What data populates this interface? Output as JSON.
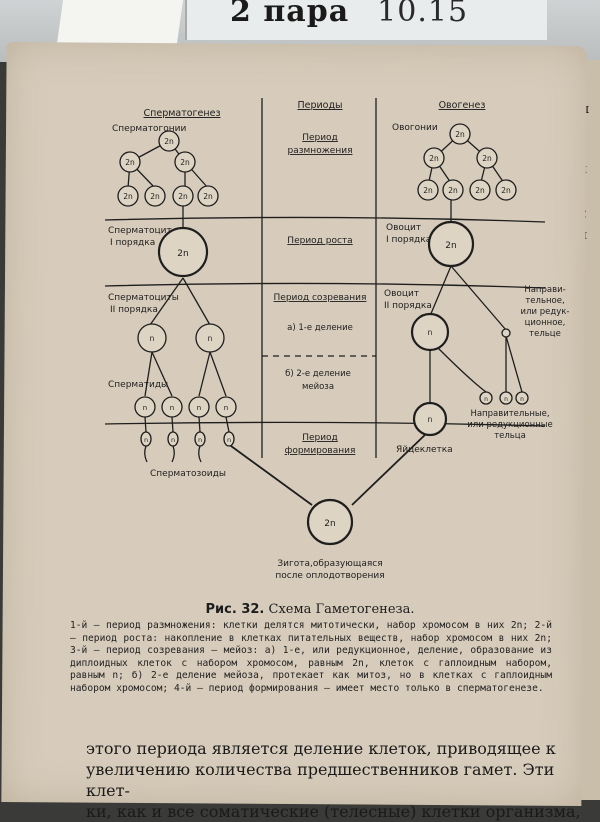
{
  "header_note": {
    "text": "2 пара",
    "time": "10.15"
  },
  "diagram": {
    "columns": {
      "left": "Сперматогенез",
      "middle": "Периоды",
      "right": "Овогенез"
    },
    "periods": {
      "reproduction": [
        "Период",
        "размножения"
      ],
      "growth": "Период роста",
      "maturation": "Период созревания",
      "division1": "а) 1-е деление",
      "division2": [
        "б) 2-е деление",
        "мейоза"
      ],
      "formation": [
        "Период",
        "формирования"
      ]
    },
    "left_labels": {
      "spermatogonia": "Сперматогонии",
      "spermatocyte1": [
        "Сперматоцит",
        "I порядка"
      ],
      "spermatocytes2": [
        "Сперматоциты",
        "II порядка"
      ],
      "spermatids": "Сперматиды",
      "spermatozoa": "Сперматозоиды"
    },
    "right_labels": {
      "oogonia": "Овогонии",
      "oocyte1": [
        "Овоцит",
        "I порядка"
      ],
      "oocyte2": [
        "Овоцит",
        "II порядка"
      ],
      "polar_bodies_top": [
        "Направи-",
        "тельное,",
        "или редук-",
        "ционное,",
        "тельце"
      ],
      "polar_bodies_bottom": [
        "Направительные,",
        "или редукционные",
        "тельца"
      ],
      "egg": "Яйцеклетка"
    },
    "zygote": [
      "Зигота,образующаяся",
      "после оплодотворения"
    ],
    "cell_labels": {
      "diploid": "2n",
      "haploid": "n"
    }
  },
  "caption": {
    "fig": "Рис. 32.",
    "title": "Схема Гаметогенеза."
  },
  "legend": "1-й — период размножения: клетки делятся митотически, набор хромосом в них 2n; 2-й — период роста: накопление в клетках питательных веществ, набор хромосом в них 2n; 3-й — период созревания — мейоз: а) 1-е, или редукционное, деление, образование из диплоидных клеток с набором хромосом, равным 2n, клеток с гаплоидным набором, равным n; б) 2-е деление мейоза, протекает как митоз, но в клетках с гаплоидным набором хромосом; 4-й — период формирования — имеет место только в сперматогенезе.",
  "body_text": "этого периода является деление клеток, приводящее к\nувеличению количества предшественников гамет. Эти клет-\nки, как и все соматические (телесные) клетки организма,",
  "edge_letters": [
    "ш",
    "р",
    "т",
    "м",
    "С",
    "м",
    "о"
  ]
}
